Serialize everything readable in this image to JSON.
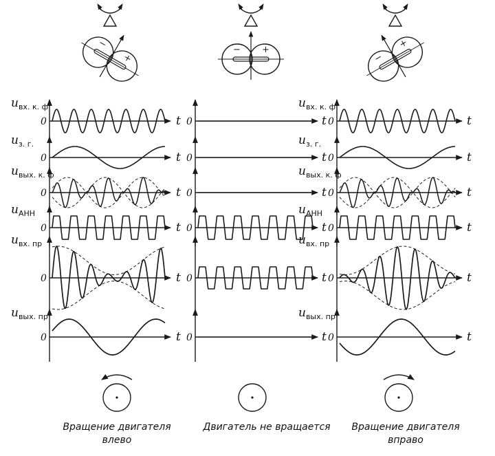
{
  "columns": [
    {
      "id": "left",
      "shift": "left",
      "caption_lines": [
        "Вращение двигателя",
        "влево"
      ],
      "rotation": "counterclockwise"
    },
    {
      "id": "center",
      "shift": "none",
      "caption_lines": [
        "Двигатель не вращается"
      ],
      "rotation": "none"
    },
    {
      "id": "right",
      "shift": "right",
      "caption_lines": [
        "Вращение двигателя",
        "вправо"
      ],
      "rotation": "clockwise"
    }
  ],
  "rows": [
    {
      "id": "in-kf",
      "label_main": "u",
      "label_sub": "вх. к. ф"
    },
    {
      "id": "zg",
      "label_main": "u",
      "label_sub": "з. г."
    },
    {
      "id": "out-kf",
      "label_main": "u",
      "label_sub": "вых. к. ф"
    },
    {
      "id": "ann",
      "label_main": "u",
      "label_sub": "АНН"
    },
    {
      "id": "in-pr",
      "label_main": "u",
      "label_sub": "вх. пр"
    },
    {
      "id": "out-pr",
      "label_main": "u",
      "label_sub": "вых. пр"
    }
  ],
  "axis": {
    "zero": "0",
    "time": "t"
  },
  "polarity": {
    "minus": "−",
    "plus": "+"
  },
  "icons": [
    "antenna-icon",
    "scan-circles-icon",
    "rotation-arrow-icon",
    "motor-disc-icon"
  ]
}
